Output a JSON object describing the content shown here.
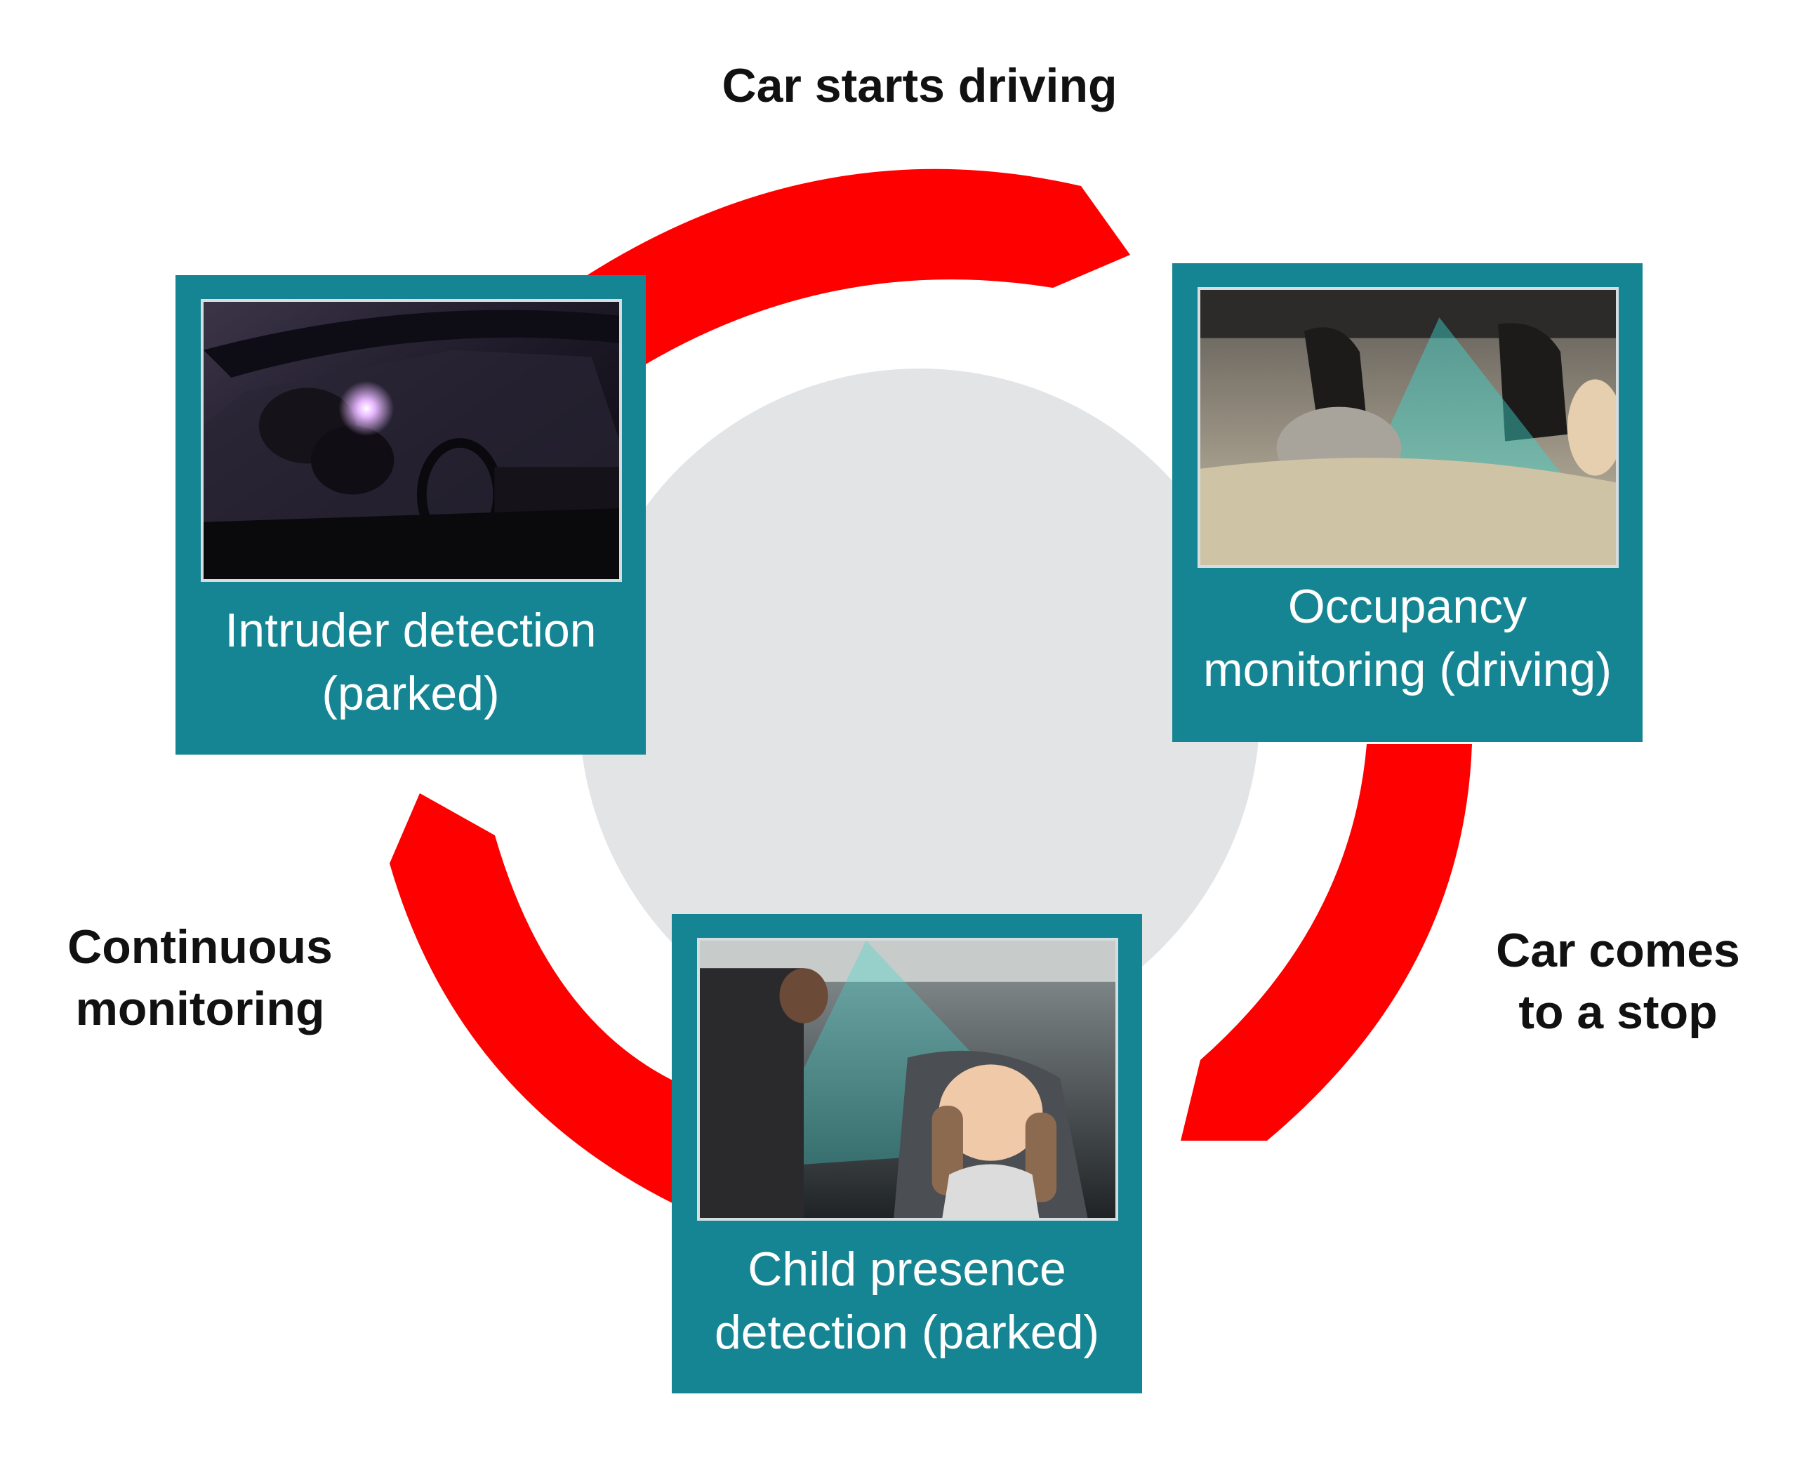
{
  "diagram": {
    "title": "Car starts driving",
    "transitions": {
      "top": "Car starts driving",
      "right": [
        "Car comes",
        "to a stop"
      ],
      "left": [
        "Continuous",
        "monitoring"
      ]
    },
    "cards": [
      {
        "id": "intruder",
        "photo": "intruder-at-car-window-photo",
        "caption_line1": "Intruder detection",
        "caption_line2": "(parked)"
      },
      {
        "id": "occupancy",
        "photo": "car-interior-occupants-photo",
        "caption_line1": "Occupancy",
        "caption_line2": "monitoring (driving)"
      },
      {
        "id": "child",
        "photo": "baby-in-car-seat-photo",
        "caption_line1": "Child presence",
        "caption_line2": "detection (parked)"
      }
    ],
    "colors": {
      "arrow": "#ff0000",
      "card": "#168593",
      "center_disc": "#e3e4e6",
      "text": "#111111"
    }
  }
}
